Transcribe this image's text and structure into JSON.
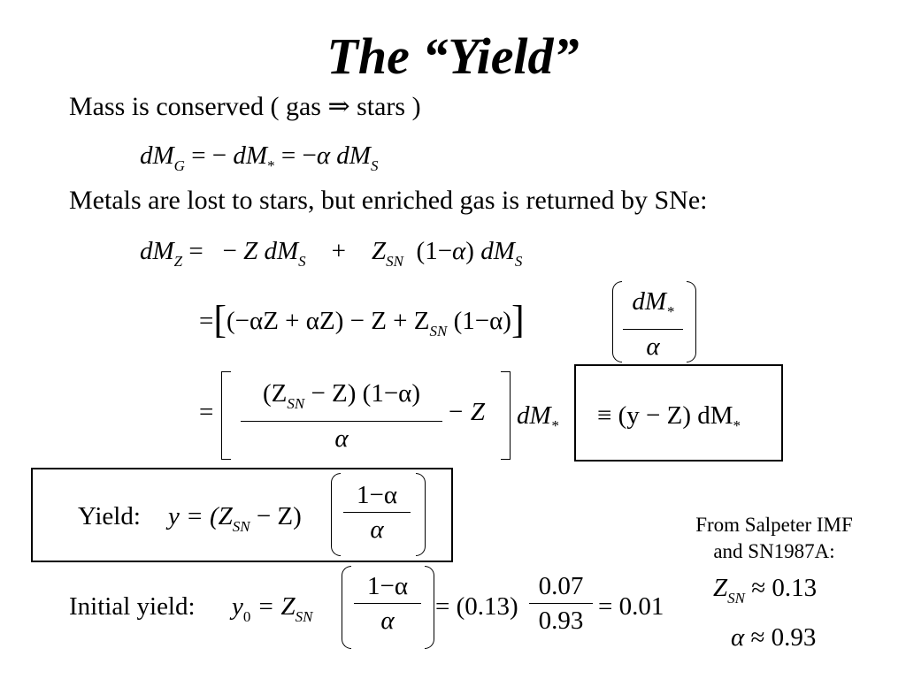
{
  "title": "The “Yield”",
  "line1": {
    "text": "Mass is conserved  ( gas ",
    "arrow": "⇒",
    "text_end": " stars )"
  },
  "eq1": {
    "dM": "dM",
    "G": "G",
    "eq": " = − ",
    "dM2": "dM",
    "star": "*",
    "eq2": " = −",
    "alpha": "α",
    "dM3": " dM",
    "S": "S"
  },
  "line2": {
    "text": "Metals are lost to stars, but enriched gas is returned by SNe:"
  },
  "eq2": {
    "dM": "dM",
    "Z": "Z",
    "eq": " = ",
    "minus": "− ",
    "Zvar": "Z",
    "dMS": " dM",
    "S1": "S",
    "plus": "+",
    "ZSN": "Z",
    "SN": "SN",
    "paren": "1−",
    "alpha": "α",
    "dM2": "dM",
    "S2": "S"
  },
  "eq3": {
    "lhs": "=",
    "body": "(−αZ + αZ) − Z + Z",
    "SN": "SN",
    "tail": "(1−α)",
    "num": "dM",
    "num_sub": "*",
    "den": "α"
  },
  "eq4": {
    "lhs": "=",
    "num": "(Z",
    "num_sub": "SN",
    "num_tail": " − Z) (1−α)",
    "den": "α",
    "minusZ": "− Z",
    "dM": "dM",
    "star": "*",
    "boxed": "≡ (y − Z) dM",
    "boxed_star": "*"
  },
  "yield_box": {
    "label": "Yield:",
    "eq": "y = (Z",
    "SN": "SN",
    "tail": " − Z)",
    "num": "1−α",
    "den": "α"
  },
  "initial": {
    "label": "Initial yield:",
    "y0": "y",
    "zero": "0",
    "eq": " = Z",
    "SN": "SN",
    "num": "1−α",
    "den": "α",
    "eq2": "= (0.13)",
    "num2": "0.07",
    "den2": "0.93",
    "result": "= 0.01"
  },
  "note": {
    "line1": "From Salpeter IMF",
    "line2": "and SN1987A:",
    "zsn": "Z",
    "zsn_sub": "SN",
    "zsn_val": " ≈ 0.13",
    "alpha": "α",
    "alpha_val": " ≈ 0.93"
  }
}
